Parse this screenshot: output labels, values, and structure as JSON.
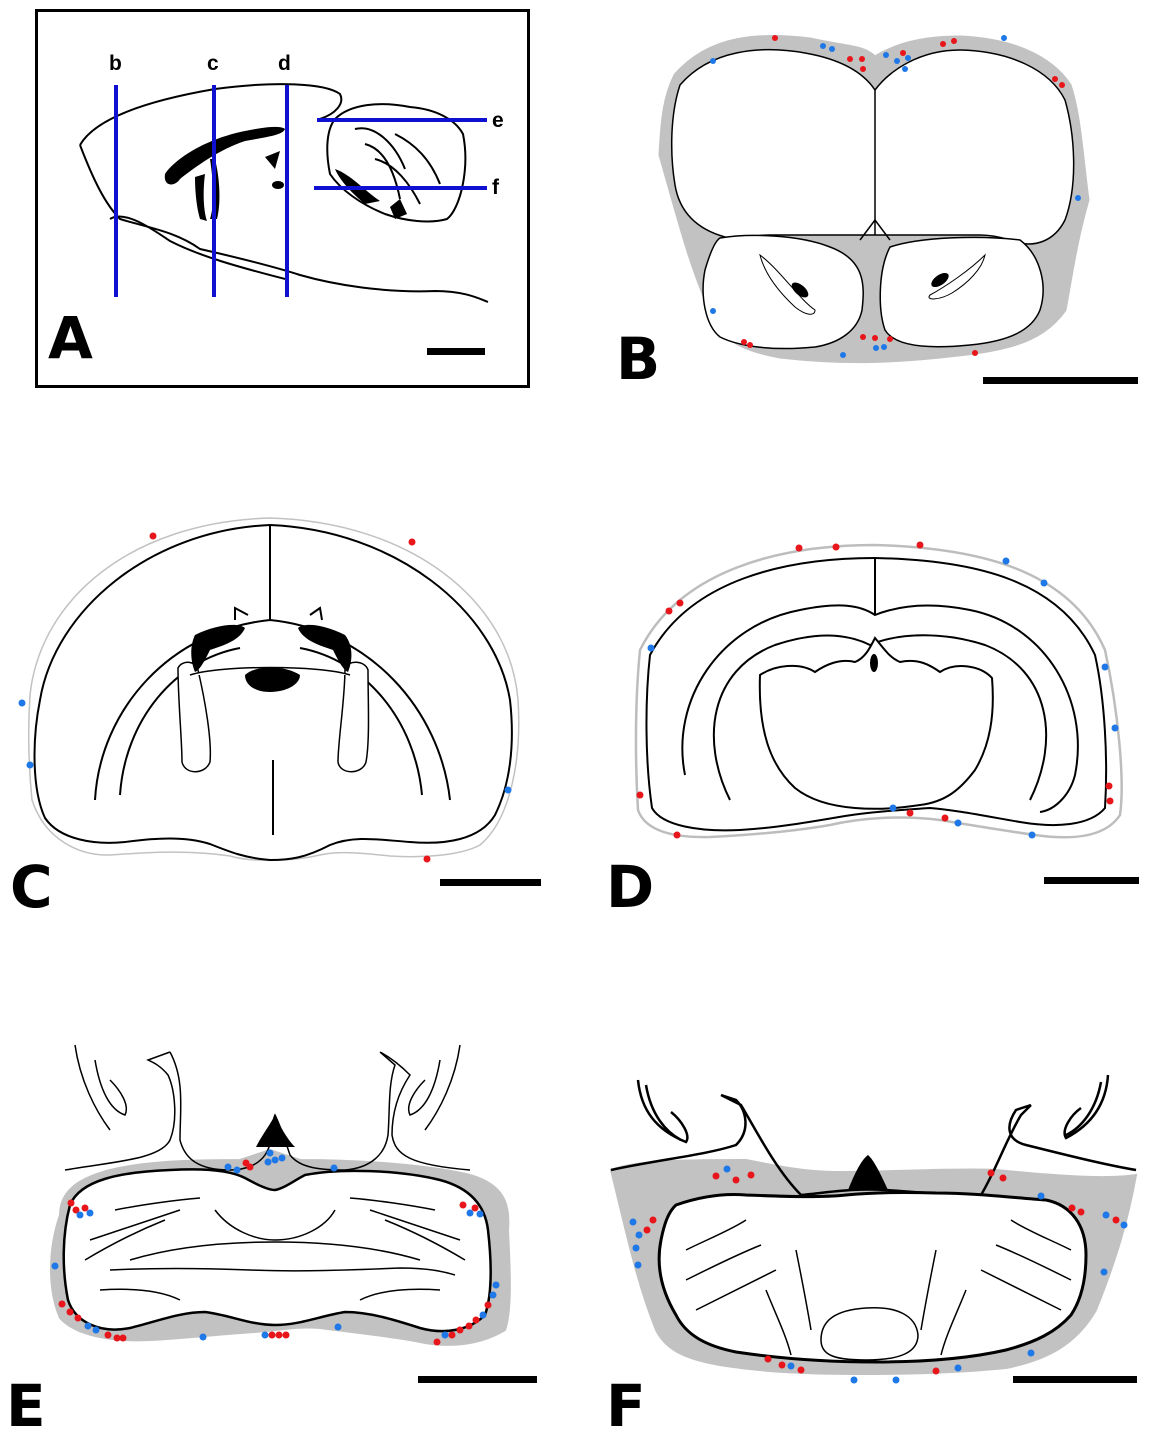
{
  "figure": {
    "panels": [
      {
        "id": "A",
        "letter": "A",
        "view": "sagittal",
        "cut_labels": [
          "b",
          "c",
          "d",
          "e",
          "f"
        ]
      },
      {
        "id": "B",
        "letter": "B",
        "view": "coronal-olfactory-bulb"
      },
      {
        "id": "C",
        "letter": "C",
        "view": "coronal-forebrain"
      },
      {
        "id": "D",
        "letter": "D",
        "view": "coronal-midbrain"
      },
      {
        "id": "E",
        "letter": "E",
        "view": "horizontal-cerebellum-dorsal"
      },
      {
        "id": "F",
        "letter": "F",
        "view": "horizontal-cerebellum-ventral"
      }
    ],
    "colors": {
      "cut_line": "#1010d0",
      "outline": "#000000",
      "meninges": "#c2c2c2",
      "dot_red": "#e8151b",
      "dot_blue": "#1f78e8"
    }
  }
}
